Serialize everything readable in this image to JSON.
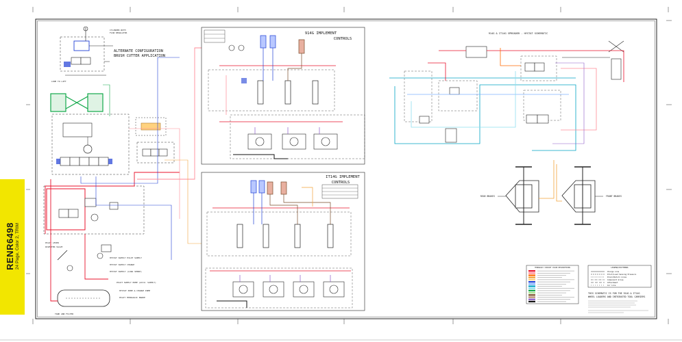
{
  "document": {
    "id": "RENR6498",
    "subtitle": "24 Page, Color 2, TRIM"
  },
  "panels": {
    "brush_cutter": {
      "title_line1": "ALTERNATE CONFIGURATION",
      "title_line2": "BRUSH CUTTER APPLICATION"
    },
    "controls_914": {
      "title_line1": "914G IMPLEMENT",
      "title_line2": "CONTROLS"
    },
    "controls_it14": {
      "title_line1": "IT14G IMPLEMENT",
      "title_line2": "CONTROLS"
    },
    "spreader": {
      "title": "914G & IT14G SPREADER - HYSTAT SCHEMATIC"
    },
    "axles": {
      "left_label": "REAR BRAKES",
      "right_label": "FRONT BRAKES"
    }
  },
  "legend": {
    "title": "LEGEND/PATTERNS",
    "items": [
      "Charge Line",
      "Pilot/Load Sensing Pressure",
      "Drain/Return Lines",
      "Component Group",
      "Attachment",
      "Air Line"
    ]
  },
  "color_table": {
    "title": "HYDRAULIC CIRCUIT COLOR DESCRIPTIONS",
    "swatches": [
      "#e8102a",
      "#ff8a96",
      "#ff6a00",
      "#f2a33a",
      "#ffd27f",
      "#1f3fd6",
      "#7fb0ff",
      "#00a3c4",
      "#8fe0f0",
      "#12a84a",
      "#a6e08a",
      "#7a4b2a",
      "#b58c6a",
      "#8a58c8",
      "#111111"
    ]
  },
  "title_block": {
    "line1": "THIS SCHEMATIC IS FOR THE 914G & IT14G",
    "line2": "WHEEL LOADERS AND INTEGRATED TOOL CARRIERS"
  }
}
